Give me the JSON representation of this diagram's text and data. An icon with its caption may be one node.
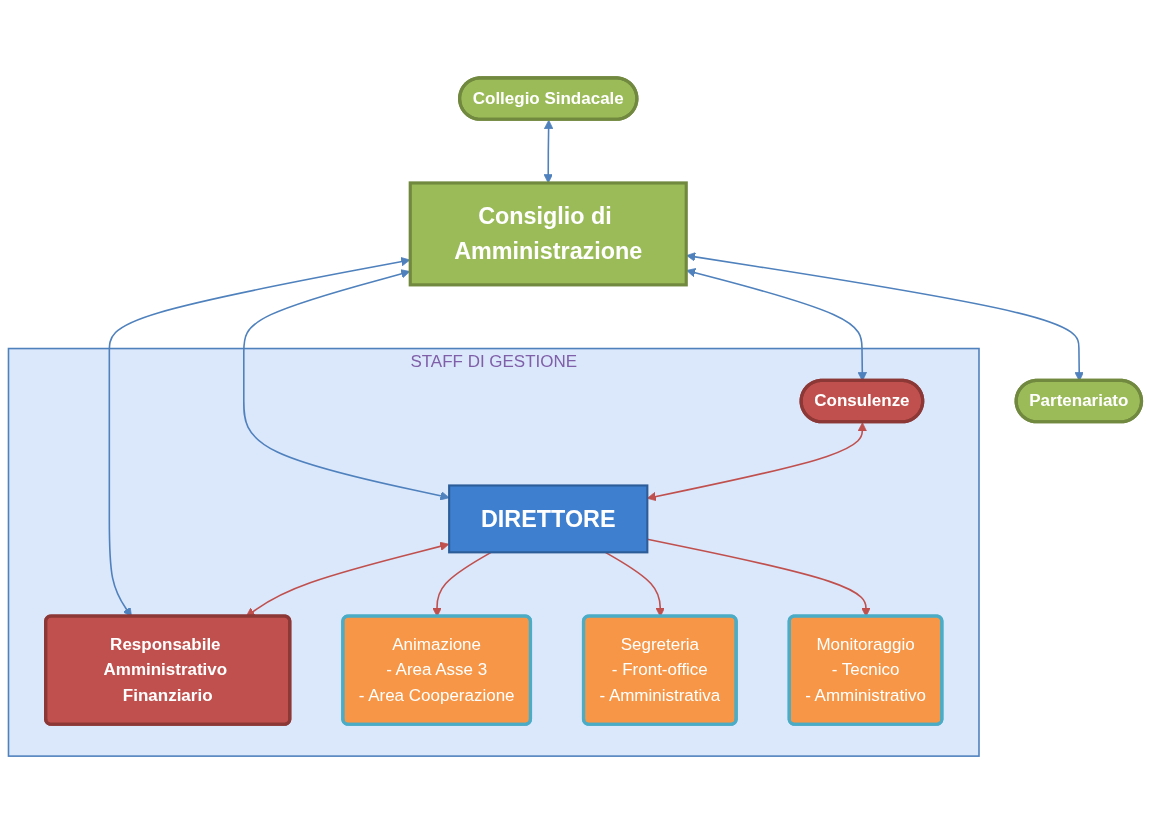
{
  "diagram": {
    "nodes": [
      {
        "text": [
          "Collegio Sindacale"
        ]
      },
      {
        "text": [
          "Consiglio di Amministrazione"
        ]
      },
      {
        "text": [
          "Partenariato"
        ]
      },
      {
        "text": [
          "STAFF DI GESTIONE"
        ]
      },
      {
        "text": [
          "Consulenze"
        ],
        "in": 3
      },
      {
        "text": [
          "DIRETTORE"
        ],
        "in": 3
      },
      {
        "text": [
          "Responsabile Amministrativo Finanziario"
        ],
        "in": 3
      },
      {
        "text": [
          "Animazione",
          "- Area Asse 3",
          "- Area Cooperazione"
        ],
        "in": 3
      },
      {
        "text": [
          "Segreteria",
          "- Front-office",
          "- Amministrativa"
        ],
        "in": 3
      },
      {
        "text": [
          "Monitoraggio",
          "- Tecnico",
          "- Amministrativo"
        ],
        "in": 3
      }
    ],
    "edges": [
      {
        "from": 0,
        "to": 1,
        "arrow": "both",
        "color": "#4f81bd"
      },
      {
        "from": 1,
        "to": 2,
        "arrow": "both",
        "color": "#4f81bd"
      },
      {
        "from": 1,
        "to": 4,
        "arrow": "both",
        "color": "#4f81bd"
      },
      {
        "from": 1,
        "to": 5,
        "arrow": "both",
        "color": "#4f81bd"
      },
      {
        "from": 1,
        "to": 6,
        "arrow": "both",
        "color": "#4f81bd"
      },
      {
        "from": 4,
        "to": 5,
        "arrow": "both",
        "color": "#c0504d"
      },
      {
        "from": 5,
        "to": 6,
        "arrow": "both",
        "color": "#c0504d"
      },
      {
        "from": 5,
        "to": 7,
        "arrow": "to",
        "color": "#c0504d"
      },
      {
        "from": 5,
        "to": 8,
        "arrow": "to",
        "color": "#c0504d"
      },
      {
        "from": 5,
        "to": 9,
        "arrow": "to",
        "color": "#c0504d"
      }
    ]
  }
}
